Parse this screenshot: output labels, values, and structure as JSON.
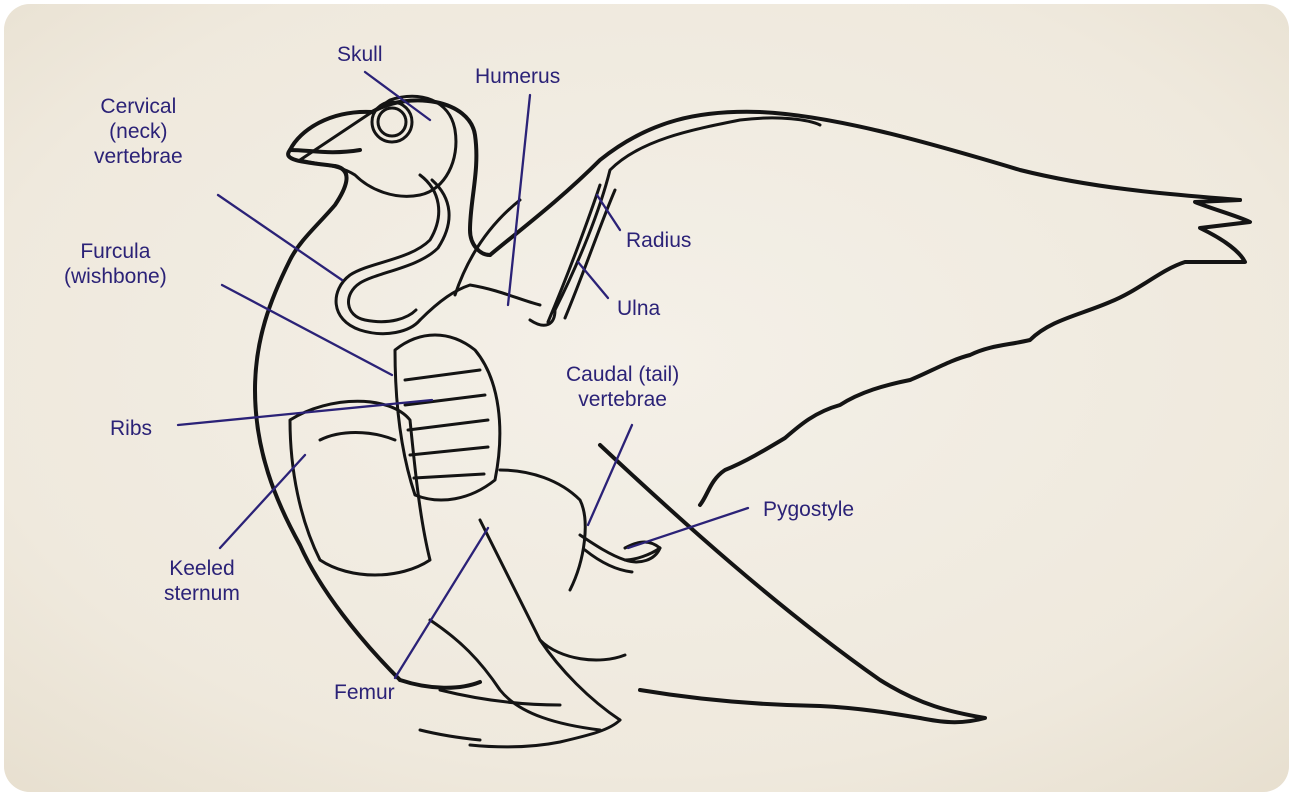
{
  "diagram": {
    "background_color": "#f1ece2",
    "label_color": "#2b2277",
    "outline_color": "#141414",
    "labels": {
      "skull": "Skull",
      "humerus": "Humerus",
      "cervical": "Cervical\n(neck)\nvertebrae",
      "furcula": "Furcula\n(wishbone)",
      "radius": "Radius",
      "ulna": "Ulna",
      "caudal": "Caudal (tail)\nvertebrae",
      "ribs": "Ribs",
      "pygostyle": "Pygostyle",
      "keeled_sternum": "Keeled\nsternum",
      "femur": "Femur"
    }
  }
}
